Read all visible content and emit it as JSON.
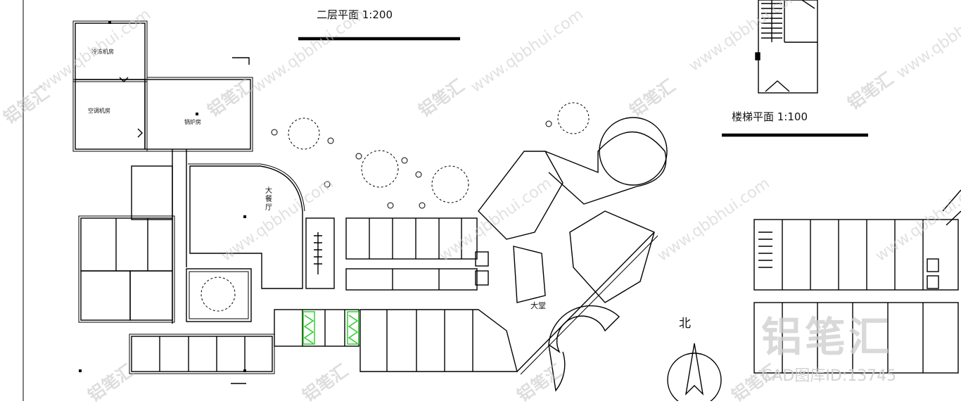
{
  "titles": {
    "second_floor": "二层平面  1:200",
    "stair_plan": "楼梯平面  1:100"
  },
  "rooms": {
    "cold_machine": "冷冻机房",
    "ac_machine": "空调机房",
    "boiler": "锅炉房",
    "dining_hall": "大餐厅",
    "lobby": "大堂"
  },
  "compass": {
    "north": "北"
  },
  "watermark": {
    "url": "www.qbbhui.com",
    "brand": "铝笔汇",
    "stamp": "铝笔汇",
    "cad_id": "CAD图库ID:13745"
  },
  "colors": {
    "line": "#000000",
    "highlight": "#22cc22",
    "watermark": "#c8c8c8"
  }
}
